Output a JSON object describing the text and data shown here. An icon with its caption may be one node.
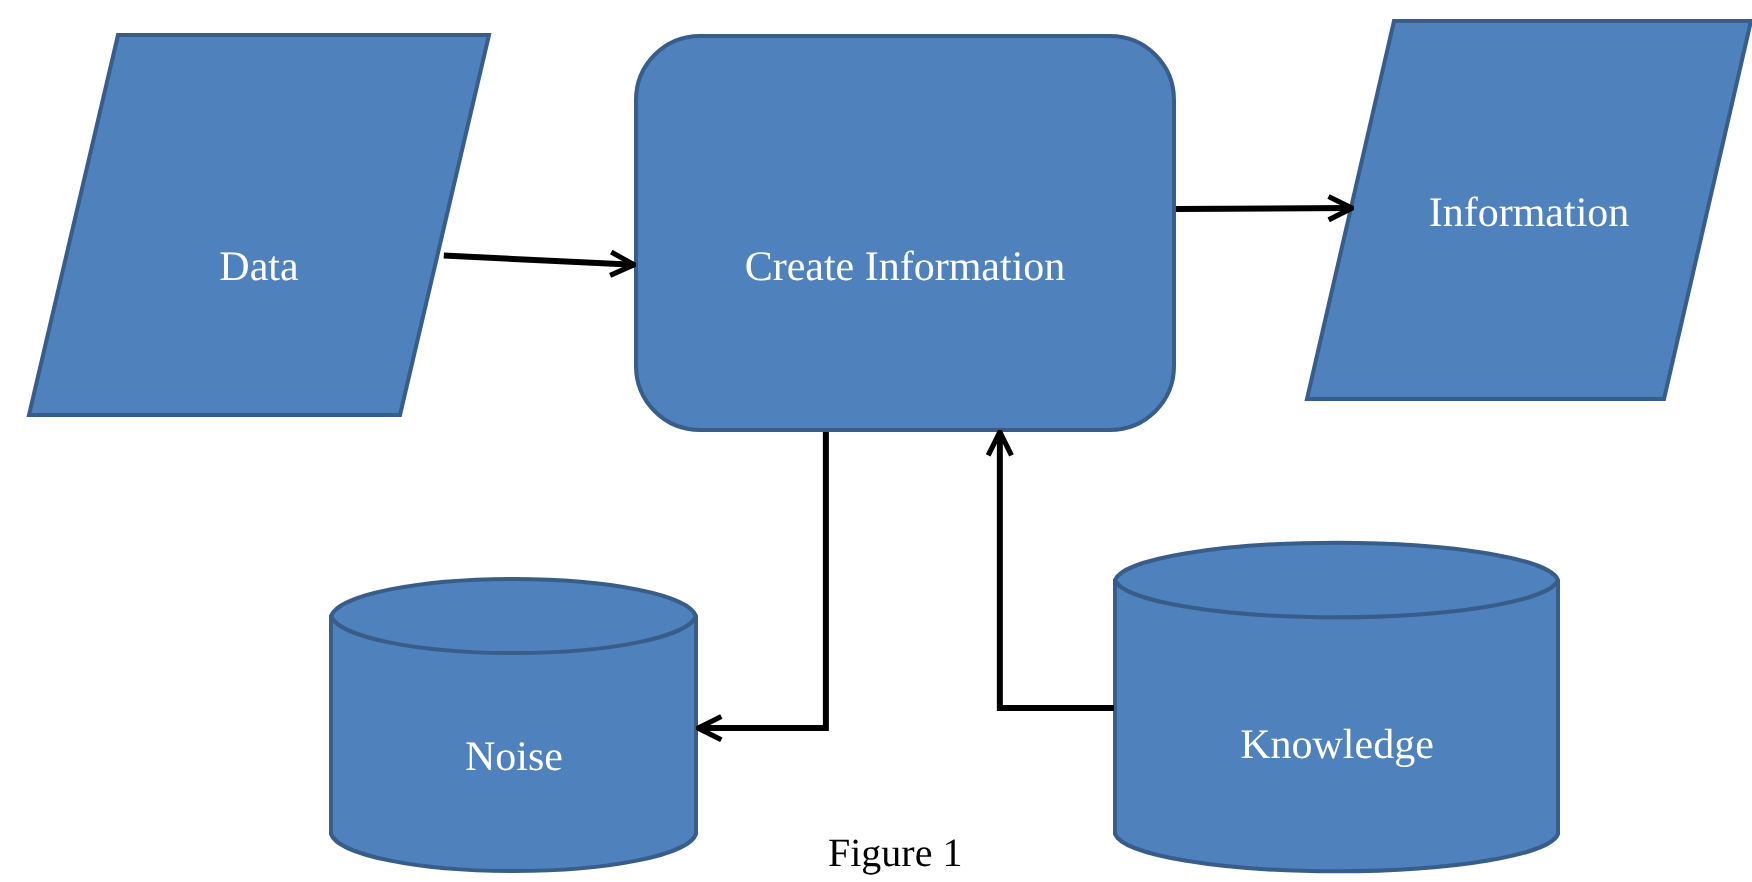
{
  "diagram": {
    "caption": "Figure 1",
    "nodes": [
      {
        "text": [
          "Data"
        ]
      },
      {
        "text": [
          "Create Information"
        ]
      },
      {
        "text": [
          "Information"
        ]
      },
      {
        "text": [
          "Noise"
        ]
      },
      {
        "text": [
          "Knowledge"
        ]
      }
    ],
    "edges": [
      {
        "from": 0,
        "to": 1,
        "arrow": "to"
      },
      {
        "from": 1,
        "to": 2,
        "arrow": "to"
      },
      {
        "from": 1,
        "to": 3,
        "arrow": "to"
      },
      {
        "from": 4,
        "to": 1,
        "arrow": "to"
      }
    ]
  }
}
